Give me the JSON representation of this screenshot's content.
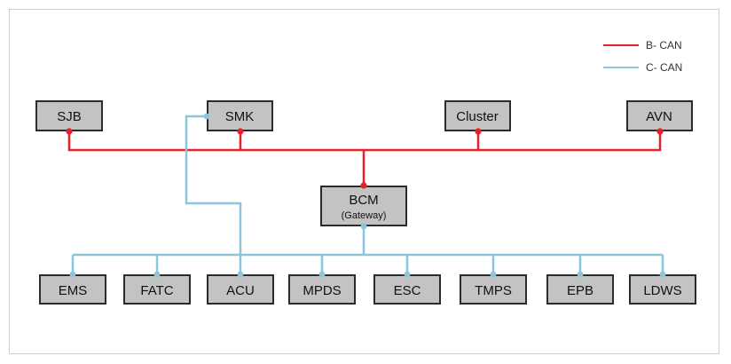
{
  "colors": {
    "b_can": "#e8202a",
    "c_can": "#8cc6dc",
    "box_fill": "#c3c3c3",
    "box_stroke": "#2b2b2b"
  },
  "legend": [
    {
      "id": "b-can",
      "label": "B- CAN"
    },
    {
      "id": "c-can",
      "label": "C- CAN"
    }
  ],
  "nodes": {
    "sjb": {
      "label": "SJB"
    },
    "smk": {
      "label": "SMK"
    },
    "cluster": {
      "label": "Cluster"
    },
    "avn": {
      "label": "AVN"
    },
    "bcm": {
      "label": "BCM",
      "sublabel": "(Gateway)"
    },
    "ems": {
      "label": "EMS"
    },
    "fatc": {
      "label": "FATC"
    },
    "acu": {
      "label": "ACU"
    },
    "mpds": {
      "label": "MPDS"
    },
    "esc": {
      "label": "ESC"
    },
    "tmps": {
      "label": "TMPS"
    },
    "epb": {
      "label": "EPB"
    },
    "ldws": {
      "label": "LDWS"
    }
  }
}
